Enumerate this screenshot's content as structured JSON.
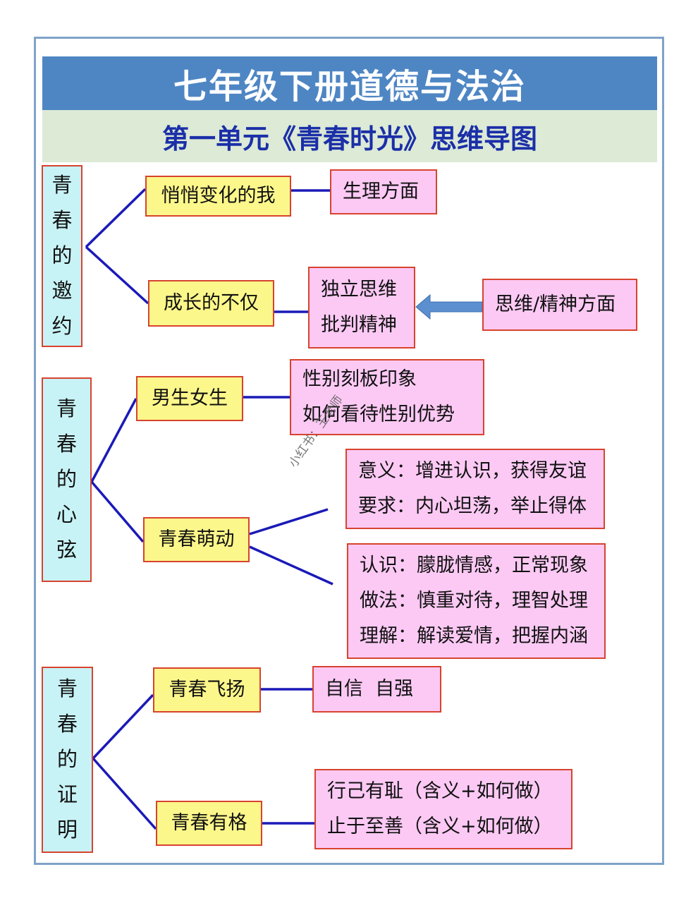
{
  "title": "七年级下册道德与法治",
  "subtitle": "第一单元《青春时光》思维导图",
  "units": [
    {
      "chars": [
        "青",
        "春",
        "的",
        "邀",
        "约"
      ],
      "topics": [
        {
          "label": "悄悄变化的我",
          "details": [
            "生理方面"
          ]
        },
        {
          "label": "成长的不仅",
          "details": [
            "独立思维",
            "批判精神"
          ],
          "source": "思维/精神方面"
        }
      ]
    },
    {
      "chars": [
        "青",
        "春",
        "的",
        "心",
        "弦"
      ],
      "topics": [
        {
          "label": "男生女生",
          "details": [
            "性别刻板印象",
            "如何看待性别优势"
          ]
        },
        {
          "label": "青春萌动",
          "detail_groups": [
            [
              "意义：增进认识，获得友谊",
              "要求：内心坦荡，举止得体"
            ],
            [
              "认识：朦胧情感，正常现象",
              "做法：慎重对待，理智处理",
              "理解：解读爱情，把握内涵"
            ]
          ]
        }
      ]
    },
    {
      "chars": [
        "青",
        "春",
        "的",
        "证",
        "明"
      ],
      "topics": [
        {
          "label": "青春飞扬",
          "details": [
            "自信  自强"
          ]
        },
        {
          "label": "青春有格",
          "details": [
            "行己有耻（含义+如何做）",
            "止于至善（含义+如何做）"
          ]
        }
      ]
    }
  ],
  "watermark": "小红书：王老师",
  "colors": {
    "title_bg": "#4e86c4",
    "subtitle_bg": "#dcead6",
    "subtitle_text": "#1b2fa8",
    "unit_bg": "#c8f3f6",
    "topic_bg": "#fcf78a",
    "detail_bg": "#fbc9f4",
    "border": "#d8432e",
    "connector": "#1a1ab8",
    "arrow": "#5b8fd0"
  }
}
